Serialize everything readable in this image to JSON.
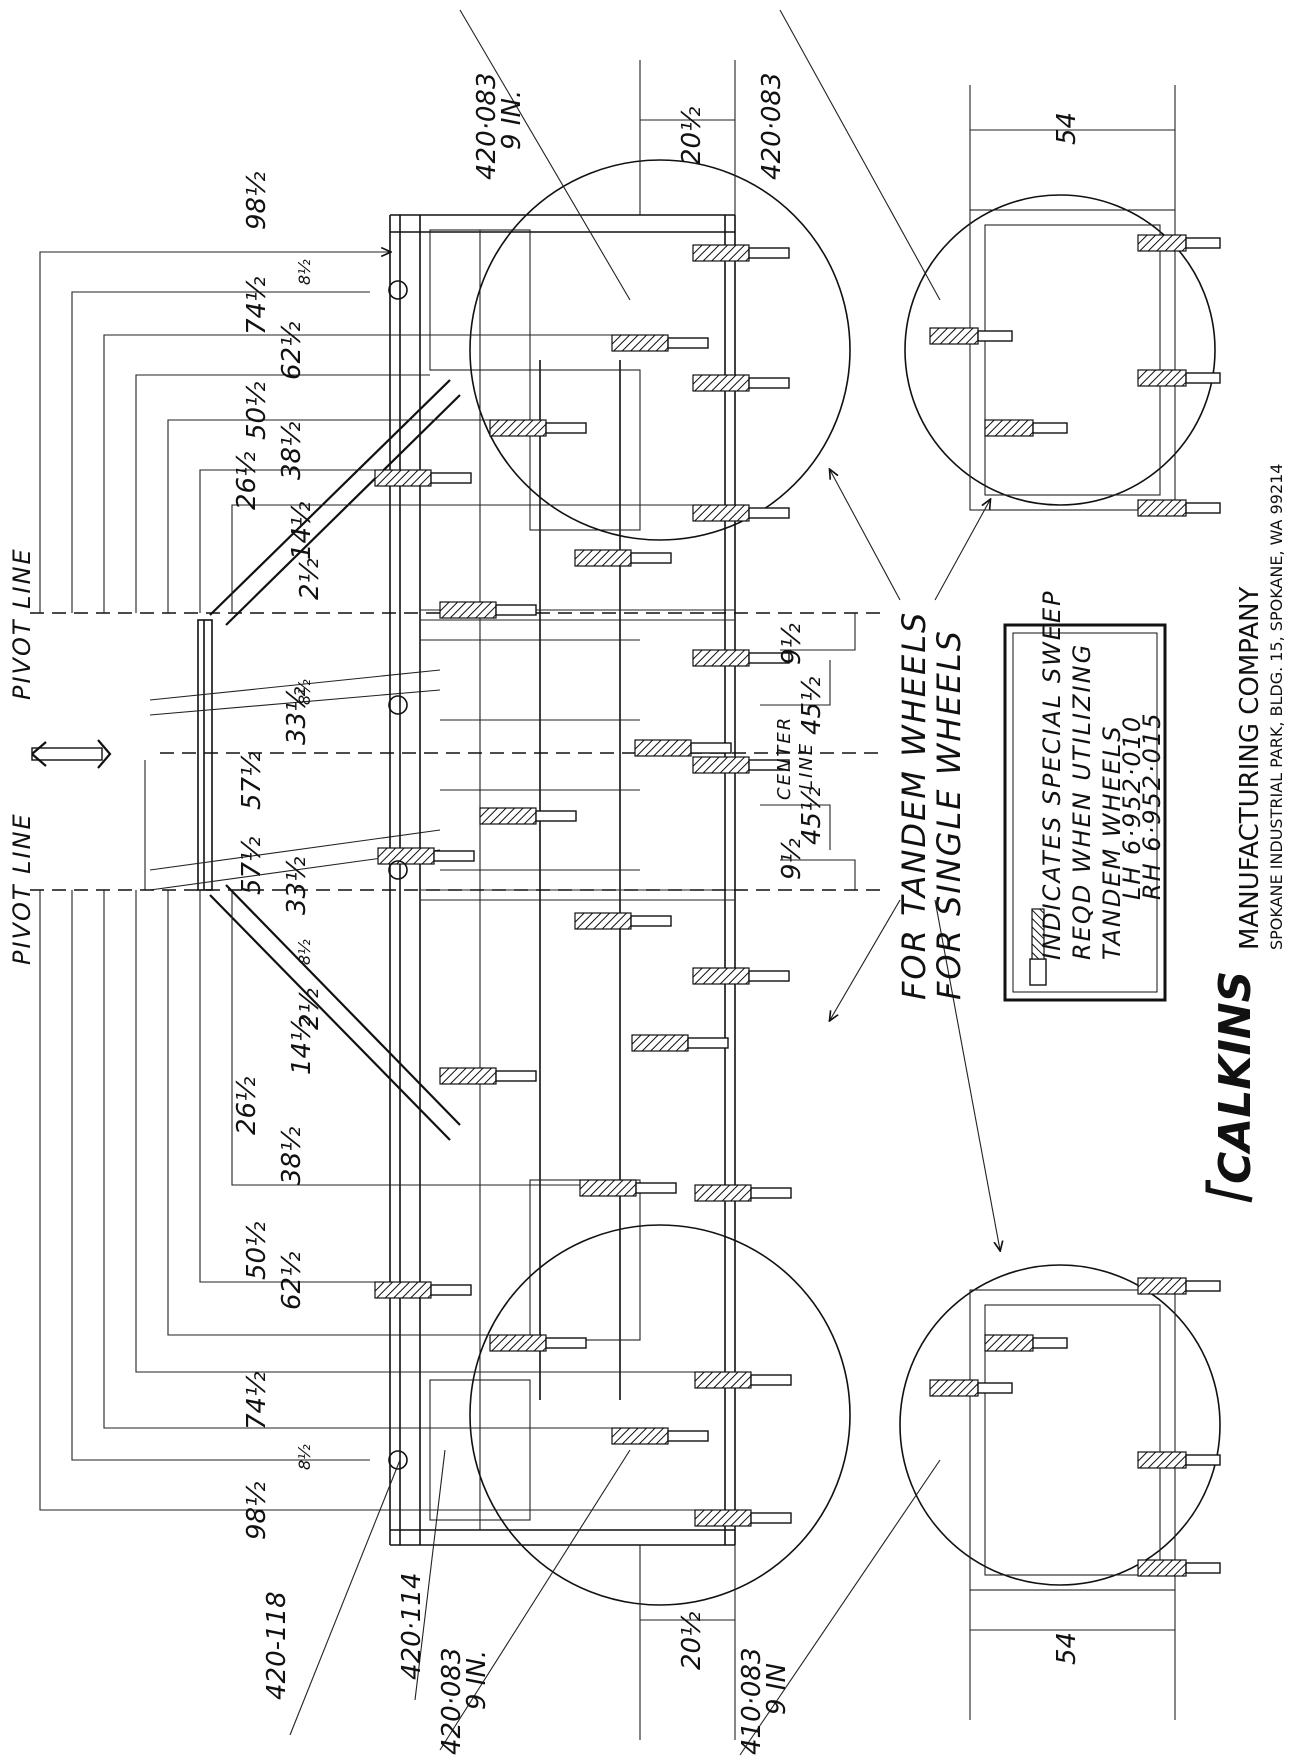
{
  "dims": {
    "d98": "98½",
    "d74": "74½",
    "d62": "62½",
    "d50": "50½",
    "d38": "38½",
    "d26": "26½",
    "d14": "14½",
    "d2": "2½",
    "d8": "8½",
    "d33": "33½",
    "d57": "57½",
    "d45": "45½",
    "d9": "9½",
    "d20": "20½",
    "d54": "54"
  },
  "parts": {
    "p420_083": "420·083",
    "nine_in": "9 IN.",
    "p420_118": "420-118",
    "p420_114": "420·114",
    "p410_083": "410·083",
    "nine_in_b": "9 IN"
  },
  "labels": {
    "pivot_line": "PIVOT LINE",
    "center": "CENTER",
    "line": "LINE",
    "tandem": "FOR TANDEM WHEELS",
    "single": "FOR SINGLE WHEELS"
  },
  "legend": {
    "line1": "INDICATES SPECIAL SWEEP",
    "line2": "REQD WHEN UTILIZING",
    "line3": "TANDEM WHEELS",
    "line4": "LH 6·952·010",
    "line5": "RH 6·952·015"
  },
  "company": {
    "logo": "CALKINS",
    "name": "MANUFACTURING COMPANY",
    "address": "SPOKANE INDUSTRIAL PARK, BLDG. 15, SPOKANE, WA 99214"
  }
}
